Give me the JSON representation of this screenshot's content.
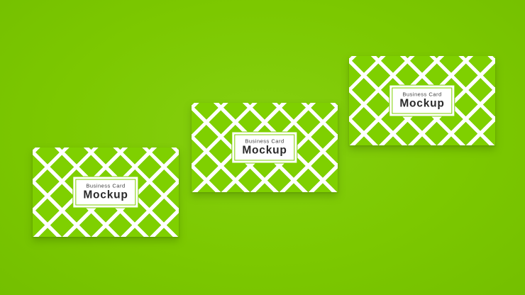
{
  "background_color": "#7cc800",
  "cards": [
    {
      "subtitle": "Business Card",
      "title": "Mockup"
    },
    {
      "subtitle": "Business Card",
      "title": "Mockup"
    },
    {
      "subtitle": "Business Card",
      "title": "Mockup"
    }
  ],
  "card_color": "#7fd000",
  "pattern_line_color": "#ffffff"
}
